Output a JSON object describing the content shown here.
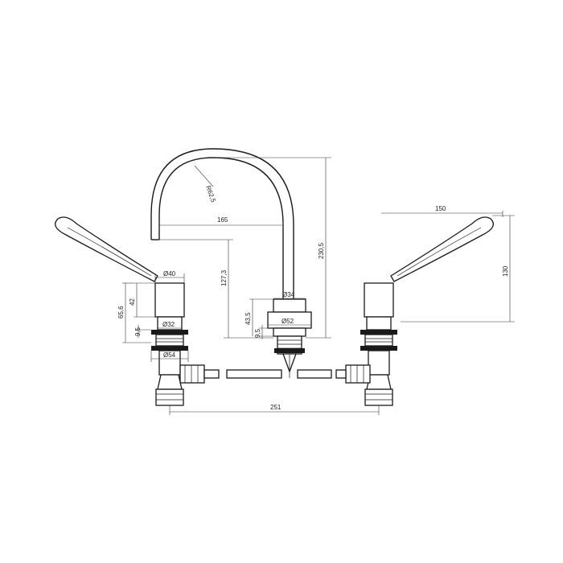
{
  "dimensions": {
    "spout_radius": "R62,5",
    "spout_reach": "165",
    "overall_height": "230,5",
    "spout_height": "127,3",
    "spout_body_dia": "Ø34",
    "spout_base_dia": "Ø52",
    "spout_base_height": "43,5",
    "spout_flange_thickness": "9,5",
    "handle_body_dia": "Ø40",
    "handle_shank_dia": "Ø32",
    "handle_nut_dia": "Ø54",
    "handle_body_height": "42",
    "handle_total_height": "65,6",
    "handle_flange_thickness": "9,5",
    "lever_reach": "150",
    "lever_height": "130",
    "centres": "251"
  }
}
